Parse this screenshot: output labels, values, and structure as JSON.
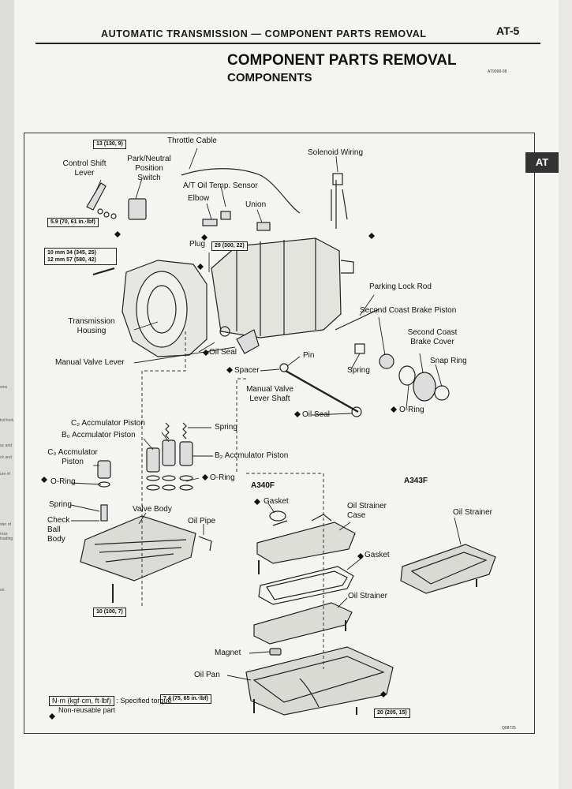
{
  "header": {
    "section_title": "AUTOMATIC TRANSMISSION — COMPONENT PARTS REMOVAL",
    "page_code": "AT-5",
    "tab": "AT"
  },
  "title": {
    "main": "COMPONENT PARTS REMOVAL",
    "sub": "COMPONENTS",
    "ref_code": "AT9068-08"
  },
  "labels": {
    "control_shift_lever": "Control Shift Lever",
    "park_neutral_switch": "Park/Neutral Position Switch",
    "throttle_cable": "Throttle Cable",
    "solenoid_wiring": "Solenoid Wiring",
    "at_oil_temp_sensor": "A/T Oil Temp. Sensor",
    "elbow": "Elbow",
    "union": "Union",
    "plug": "Plug",
    "transmission_housing": "Transmission Housing",
    "parking_lock_rod": "Parking Lock Rod",
    "second_coast_brake_piston": "Second Coast Brake Piston",
    "second_coast_brake_cover": "Second Coast Brake Cover",
    "snap_ring": "Snap Ring",
    "oil_seal_1": "Oil Seal",
    "manual_valve_lever": "Manual Valve Lever",
    "pin": "Pin",
    "spacer": "Spacer",
    "spring_1": "Spring",
    "manual_valve_lever_shaft": "Manual Valve Lever Shaft",
    "oil_seal_2": "Oil Seal",
    "o_ring_1": "O-Ring",
    "c2_accumulator_piston": "C₂ Accmulator Piston",
    "b0_accumulator_piston": "B₀ Accmulator Piston",
    "c0_accumulator_piston": "C₀ Accmulator Piston",
    "spring_2": "Spring",
    "b2_accumulator_piston": "B₂ Accmulator Piston",
    "o_ring_2": "O-Ring",
    "o_ring_3": "O-Ring",
    "a340f": "A340F",
    "a343f": "A343F",
    "spring_3": "Spring",
    "check_ball_body": "Check Ball Body",
    "valve_body": "Valve Body",
    "oil_pipe": "Oil Pipe",
    "gasket_1": "Gasket",
    "oil_strainer_case": "Oil Strainer Case",
    "oil_strainer_1": "Oil Strainer",
    "gasket_2": "Gasket",
    "oil_strainer_2": "Oil Strainer",
    "magnet": "Magnet",
    "oil_pan": "Oil Pan"
  },
  "torque": {
    "t1": "13 (130, 9)",
    "t2": "5.9 (70, 61 in.·lbf)",
    "t3a": "10 mm 34 (345, 25)",
    "t3b": "12 mm 57 (580, 42)",
    "t4": "29 (300, 22)",
    "t5": "10 (100, 7)",
    "t6": "7.4 (75, 65 in.·lbf)",
    "t7": "20 (205, 15)"
  },
  "legend": {
    "unit": "N·m (kgf·cm, ft·lbf)",
    "specified": ": Specified torque",
    "non_reusable": "Non-reusable part"
  },
  "figure_code": "Q08725",
  "margin_snippets": [
    "xms",
    "tcd lock",
    "ac and",
    "ck and",
    "ure of",
    "ster of",
    "ross loading",
    "on"
  ]
}
